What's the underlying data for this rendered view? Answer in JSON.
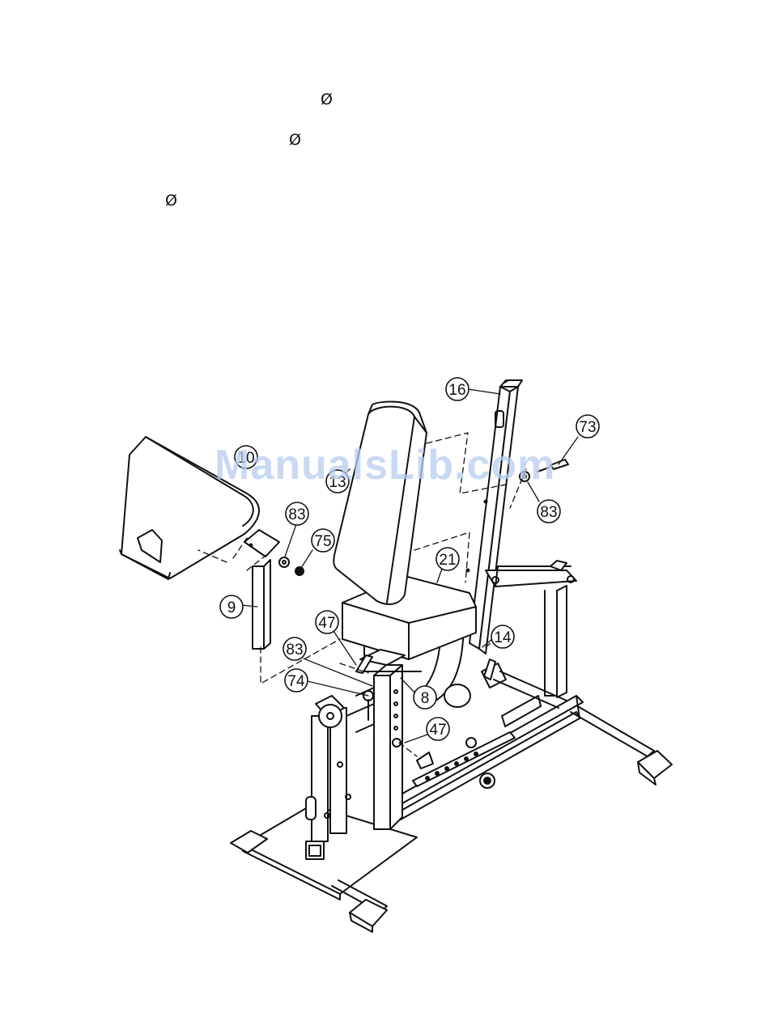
{
  "header": {
    "diameter_symbols": [
      "Ø",
      "Ø",
      "Ø"
    ]
  },
  "callouts": {
    "c16": "16",
    "c73": "73",
    "c83a": "83",
    "c83b": "83",
    "c83c": "83",
    "c75": "75",
    "c21": "21",
    "c9": "9",
    "c47a": "47",
    "c47b": "47",
    "c14": "14",
    "c74": "74",
    "c8": "8",
    "c10": "10",
    "c13": "13"
  },
  "watermark": "ManualsLib.com"
}
